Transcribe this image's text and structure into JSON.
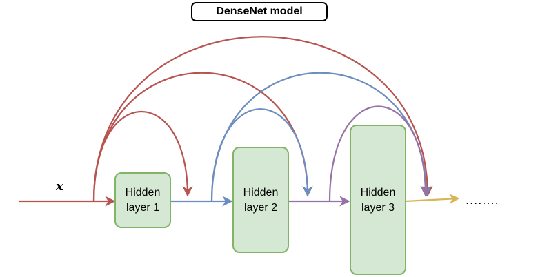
{
  "title": "DenseNet model",
  "input_label": "x",
  "continuation": "........",
  "layers": [
    {
      "line1": "Hidden",
      "line2": "layer 1"
    },
    {
      "line1": "Hidden",
      "line2": "layer 2"
    },
    {
      "line1": "Hidden",
      "line2": "layer 3"
    }
  ],
  "colors": {
    "input_connections": "#b85450",
    "layer1_connections": "#6c8ebf",
    "layer2_connections": "#9673a6",
    "layer3_output": "#d6b656",
    "layer_fill": "#d5e8d4",
    "layer_stroke": "#82b366"
  }
}
